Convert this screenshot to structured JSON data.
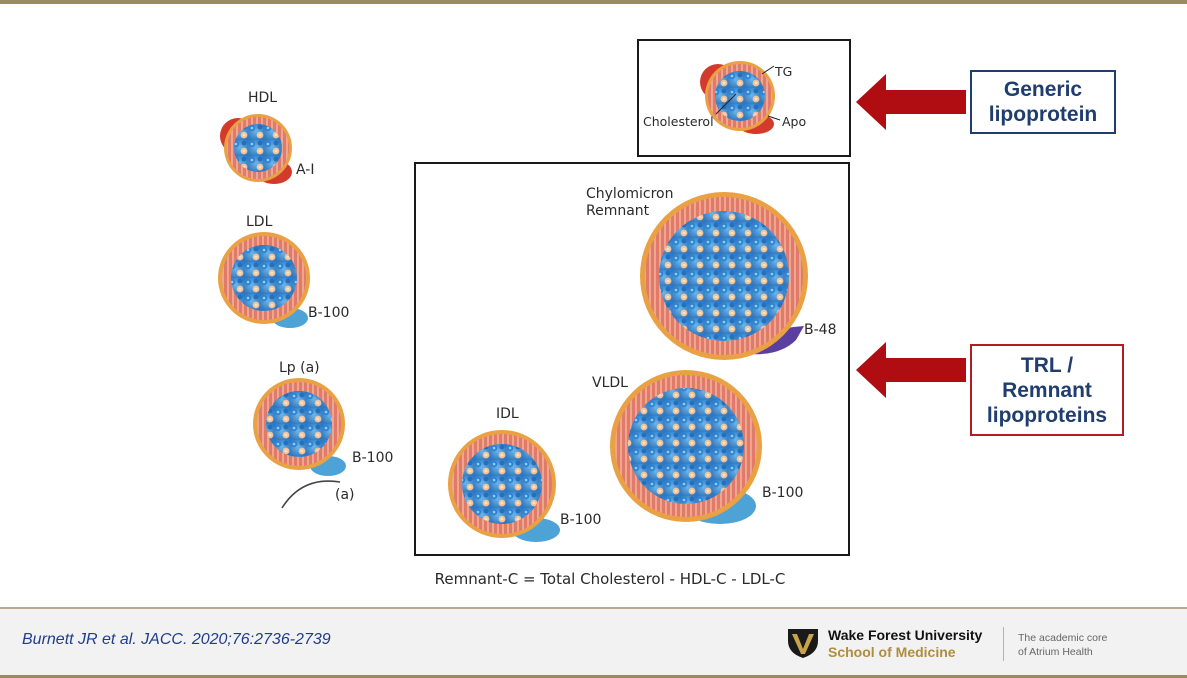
{
  "labels": {
    "hdl": "HDL",
    "hdl_apo": "A-I",
    "ldl": "LDL",
    "ldl_apo": "B-100",
    "lpa": "Lp (a)",
    "lpa_apo": "B-100",
    "lpa_a": "(a)",
    "chylo_line1": "Chylomicron",
    "chylo_line2": "Remnant",
    "chylo_apo": "B-48",
    "vldl": "VLDL",
    "vldl_apo": "B-100",
    "idl": "IDL",
    "idl_apo": "B-100",
    "generic_tg": "TG",
    "generic_chol": "Cholesterol",
    "generic_apo": "Apo"
  },
  "callouts": {
    "generic_line1": "Generic",
    "generic_line2": "lipoprotein",
    "trl_line1": "TRL /",
    "trl_line2": "Remnant",
    "trl_line3": "lipoproteins"
  },
  "formula": "Remnant-C = Total Cholesterol - HDL-C - LDL-C",
  "footer": {
    "citation": "Burnett JR et al. JACC. 2020;76:2736-2739",
    "org_name": "Wake Forest University",
    "org_school": "School of Medicine",
    "tagline_1": "The academic core",
    "tagline_2": "of Atrium Health"
  },
  "colors": {
    "callout_blue": "#1f3d6e",
    "callout_red": "#b01d22",
    "arrow_red": "#b00d12"
  }
}
